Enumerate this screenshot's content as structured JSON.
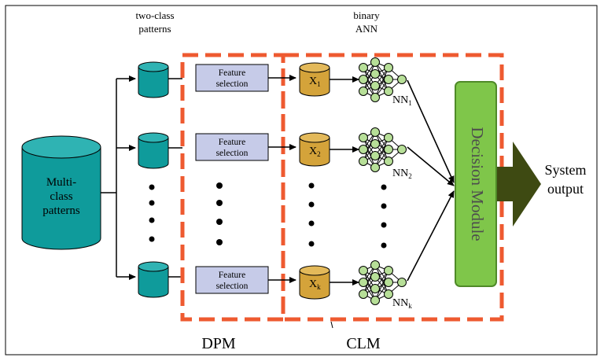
{
  "labels": {
    "two_class_line1": "two-class",
    "two_class_line2": "patterns",
    "binary_line1": "binary",
    "binary_line2": "ANN",
    "multi_line1": "Multi-",
    "multi_line2": "class",
    "multi_line3": "patterns",
    "feature_line1": "Feature",
    "feature_line2": "selection",
    "decision_module": "Decision Module",
    "system_line1": "System",
    "system_line2": "output",
    "dpm": "DPM",
    "clm": "CLM"
  },
  "rows": [
    {
      "x_base": "X",
      "x_sub": "1",
      "nn_base": "NN",
      "nn_sub": "1"
    },
    {
      "x_base": "X",
      "x_sub": "2",
      "nn_base": "NN",
      "nn_sub": "2"
    },
    {
      "x_base": "X",
      "x_sub": "k",
      "nn_base": "NN",
      "nn_sub": "k"
    }
  ],
  "colors": {
    "teal": "#0f9b9b",
    "teal_dark": "#066b6b",
    "lavender": "#c6cbe8",
    "gold": "#d4a33a",
    "node_green": "#b7df98",
    "decision_green": "#7fc64a",
    "arrow_olive": "#3e4a12",
    "dashed_red": "#ee5a30"
  }
}
